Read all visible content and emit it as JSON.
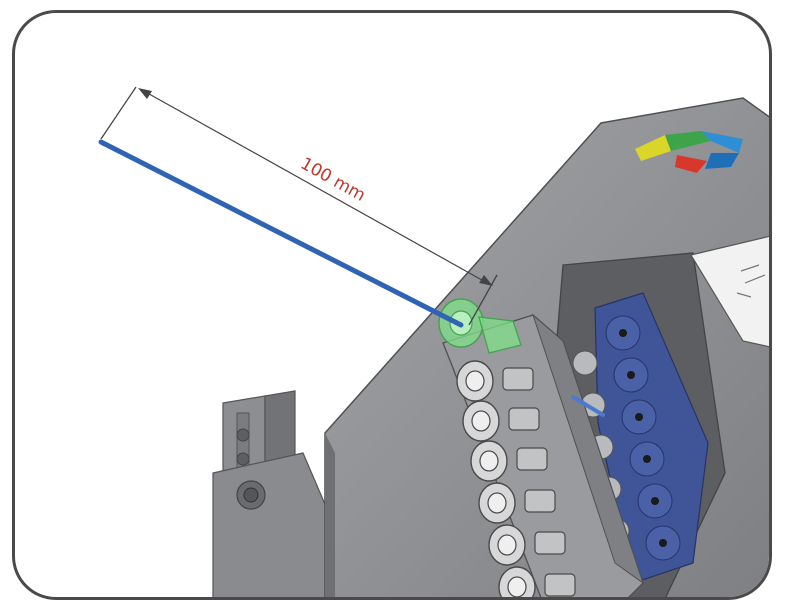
{
  "illustration": {
    "dimension": {
      "label": "100 mm",
      "value": 100,
      "unit": "mm"
    },
    "colors": {
      "filament": "#2f64b4",
      "highlight_fitting": "#7fe08a",
      "housing": "#8e8f92",
      "housing_dark": "#6f7073",
      "rollers": "#3f5597",
      "dimension_text": "#c0392b",
      "dimension_line": "#444444",
      "frame_border": "#4a4a4a"
    },
    "logo_icon": "multicolor-brand-logo"
  }
}
